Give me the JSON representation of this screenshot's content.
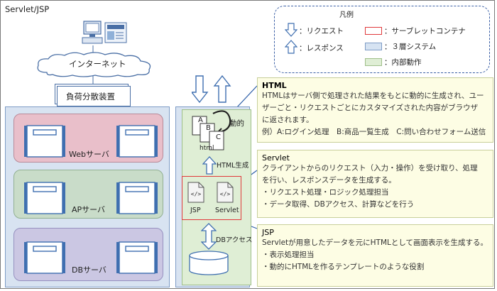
{
  "title": "Servlet/JSP",
  "legend": {
    "heading": "凡例",
    "request": "：リクエスト",
    "response": "：レスポンス",
    "servlet_container": "：サーブレットコンテナ",
    "three_tier": "：３層システム",
    "internal": "：内部動作",
    "colors": {
      "container_border": "#e0393b",
      "three_tier_fill": "#d6e3f2",
      "internal_fill": "#dfeed5",
      "dash": "#3a5fa5"
    }
  },
  "left": {
    "internet": "インターネット",
    "load_balancer": "負荷分散装置",
    "web_server": "Webサーバ",
    "ap_server": "APサーバ",
    "db_server": "DBサーバ",
    "colors": {
      "web": "#e9bfca",
      "ap": "#c9dcc9",
      "db": "#cbc7e3",
      "outer": "#d8e3f1"
    }
  },
  "middle": {
    "pages": [
      "A",
      "B",
      "C"
    ],
    "dynamic": "動的",
    "html_label": "html",
    "html_gen": "HTML生成",
    "jsp_label": "JSP",
    "servlet_label": "Servlet",
    "db_access": "DBアクセス"
  },
  "descriptions": {
    "html": {
      "title": "HTML",
      "lines": [
        "HTMLはサーバ側で処理された結果をもとに動的に生成され、ユー",
        "ザーごと・リクエストごとにカスタマイズされた内容がブラウザ",
        "に返されます。",
        "例）A:ログイン処理　B:商品一覧生成　C:問い合わせフォーム送信"
      ]
    },
    "servlet": {
      "title": "Servlet",
      "lines": [
        "クライアントからのリクエスト（入力・操作）を受け取り、処理",
        "を行い、レスポンスデータを生成する。",
        "・リクエスト処理・ロジック処理担当",
        "・データ取得、DBアクセス、計算などを行う"
      ]
    },
    "jsp": {
      "title": "JSP",
      "lines": [
        "Servletが用意したデータを元にHTMLとして画面表示を生成する。",
        "・表示処理担当",
        "・動的にHTMLを作るテンプレートのような役割"
      ]
    }
  }
}
